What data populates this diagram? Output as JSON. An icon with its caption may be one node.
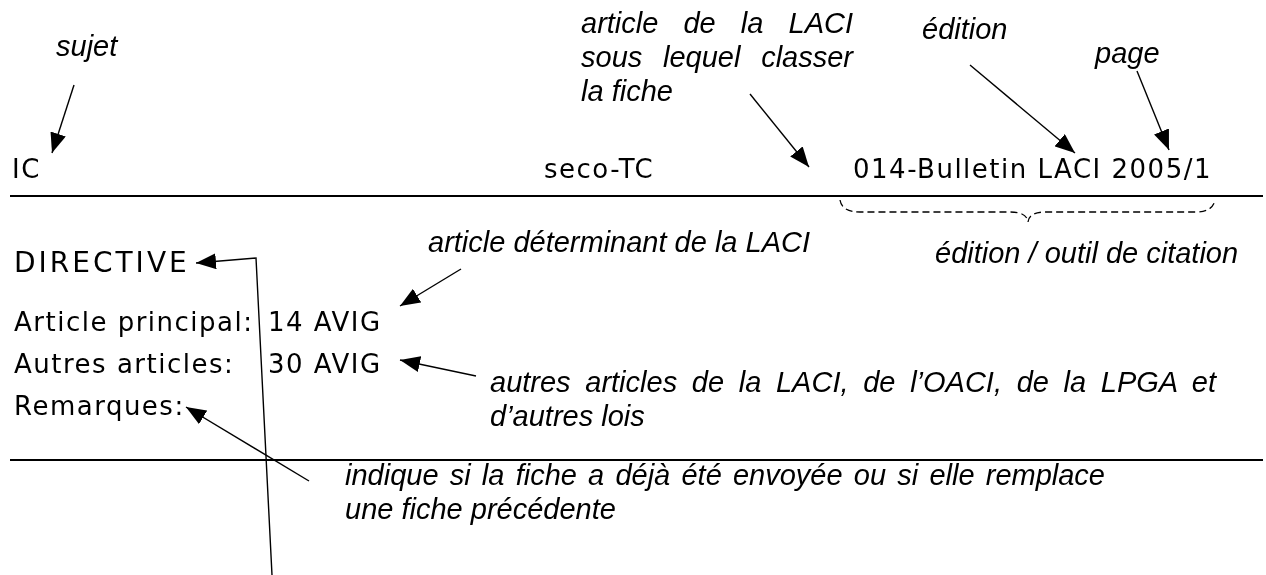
{
  "diagram": {
    "nodes": [
      {
        "text": [
          "sujet"
        ]
      },
      {
        "text": [
          "article de la LACI sous lequel classer la fiche"
        ]
      },
      {
        "text": [
          "édition"
        ]
      },
      {
        "text": [
          "page"
        ]
      },
      {
        "text": [
          "IC"
        ]
      },
      {
        "text": [
          "seco-TC"
        ]
      },
      {
        "text": [
          "014-Bulletin LACI 2005/1"
        ]
      },
      {
        "text": [
          "DIRECTIVE"
        ]
      },
      {
        "text": [
          "article déterminant de la LACI"
        ]
      },
      {
        "text": [
          "Article principal:"
        ]
      },
      {
        "text": [
          "14 AVIG"
        ]
      },
      {
        "text": [
          "Autres articles:"
        ]
      },
      {
        "text": [
          "30 AVIG"
        ]
      },
      {
        "text": [
          "autres articles de la LACI, de l’OACI, de la LPGA et d’autres lois"
        ]
      },
      {
        "text": [
          "Remarques:"
        ]
      },
      {
        "text": [
          "indique si la fiche a déjà été envoyée ou si elle remplace une fiche précédente"
        ]
      }
    ],
    "edges": [
      {
        "from": 0,
        "to": 4,
        "arrow": "to"
      },
      {
        "from": 1,
        "to": 6,
        "arrow": "to"
      },
      {
        "from": 2,
        "to": 6,
        "arrow": "to"
      },
      {
        "from": 3,
        "to": 6,
        "arrow": "to"
      },
      {
        "from": null,
        "to": 7,
        "arrow": "to"
      },
      {
        "from": 8,
        "to": 10,
        "arrow": "to"
      },
      {
        "from": 13,
        "to": 12,
        "arrow": "to"
      },
      {
        "from": 15,
        "to": 14,
        "arrow": "to"
      }
    ],
    "labels": [
      "édition / outil de citation"
    ]
  }
}
